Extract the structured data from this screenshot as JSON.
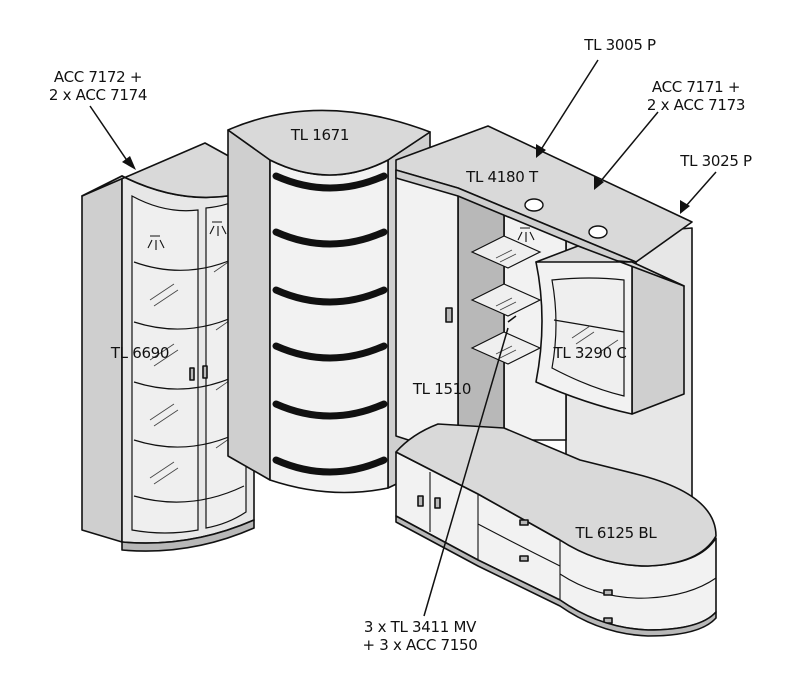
{
  "labels": {
    "acc_7172": [
      "ACC 7172 +",
      "2 x ACC 7174"
    ],
    "tl_1671": "TL 1671",
    "tl_3005p": "TL 3005 P",
    "acc_7171": [
      "ACC 7171 +",
      "2 x ACC 7173"
    ],
    "tl_3025p": "TL 3025 P",
    "tl_4180t": "TL 4180 T",
    "tl_6690": "TL 6690",
    "tl_1510": "TL 1510",
    "tl_3290c": "TL 3290 C",
    "tl_6125bl": "TL 6125 BL",
    "tl_3411": [
      "3 x TL 3411 MV",
      "+ 3 x ACC 7150"
    ]
  }
}
